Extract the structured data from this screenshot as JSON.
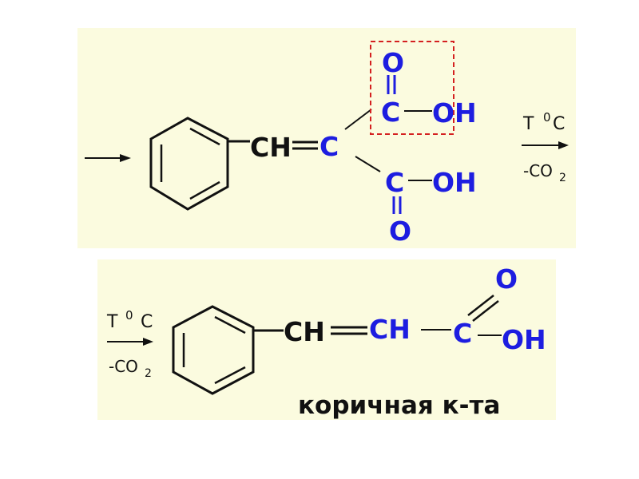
{
  "top_reaction": {
    "ch": "CH",
    "c_center": "C",
    "c_upper": "C",
    "o_upper": "O",
    "oh_upper": "OH",
    "c_lower": "C",
    "o_lower": "O",
    "oh_lower": "OH",
    "condition_temp": "T",
    "condition_sup": "0",
    "condition_unit": "C",
    "condition_loss": "-CO",
    "condition_loss_sub": "2"
  },
  "bottom_reaction": {
    "condition_temp": "T",
    "condition_sup": "0",
    "condition_unit": "C",
    "condition_loss": "-CO",
    "condition_loss_sub": "2",
    "ch1": "CH",
    "ch2": "CH",
    "c_carboxyl": "C",
    "o_carboxyl": "O",
    "oh_carboxyl": "OH",
    "product_name": "коричная к-та"
  },
  "colors": {
    "panel_bg": "#fbfbdf",
    "acid_group": "#1d1de0",
    "highlight_box": "#d42020",
    "black": "#111111"
  }
}
